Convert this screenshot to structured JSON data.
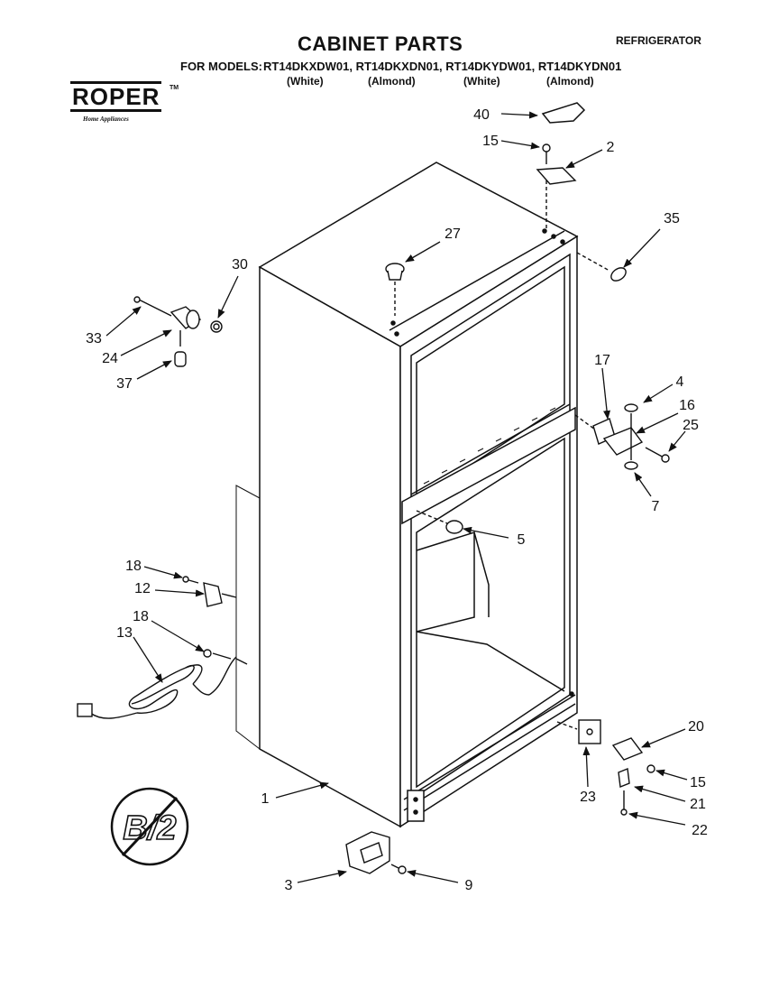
{
  "header": {
    "title": "CABINET PARTS",
    "category": "REFRIGERATOR",
    "models_prefix": "FOR MODELS:",
    "models": "RT14DKXDW01, RT14DKXDN01, RT14DKYDW01, RT14DKYDN01",
    "model_colors": [
      "(White)",
      "(Almond)",
      "(White)",
      "(Almond)"
    ]
  },
  "logo": {
    "wordmark": "ROPER",
    "trademark": "TM",
    "subtitle": "Home Appliances"
  },
  "badge": {
    "text": "B/2"
  },
  "callouts": [
    "40",
    "15",
    "2",
    "35",
    "27",
    "30",
    "33",
    "24",
    "37",
    "17",
    "4",
    "16",
    "25",
    "7",
    "5",
    "18",
    "12",
    "18",
    "13",
    "20",
    "15",
    "21",
    "22",
    "23",
    "1",
    "3",
    "9"
  ]
}
